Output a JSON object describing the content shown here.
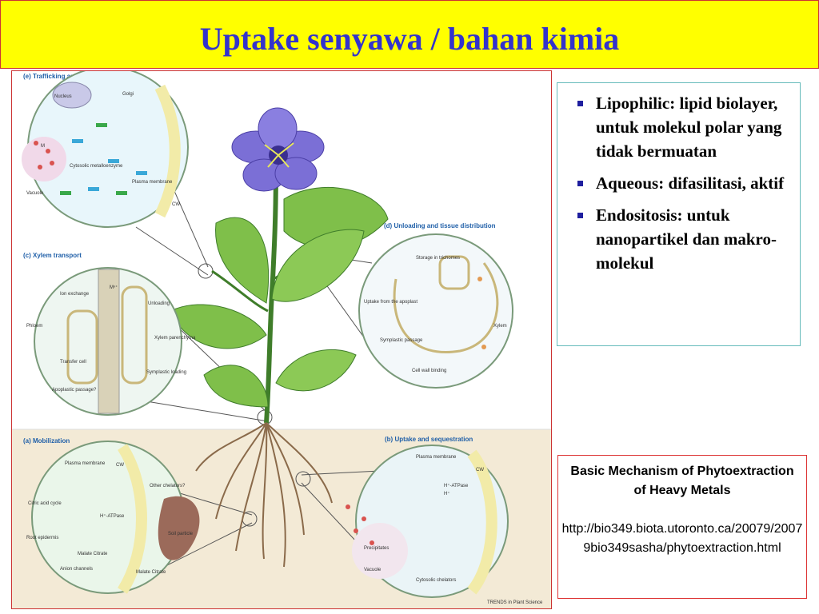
{
  "slide": {
    "title": "Uptake senyawa / bahan kimia",
    "colors": {
      "title_bg": "#ffff00",
      "title_text": "#3333cc",
      "bullet": "#1f1f9f",
      "frame_border": "#cc3333"
    }
  },
  "bullets": [
    {
      "text": "Lipophilic:  lipid biolayer, untuk molekul polar yang tidak bermuatan"
    },
    {
      "text": "Aqueous: difasilitasi, aktif"
    },
    {
      "text": "Endositosis:  untuk nanopartikel dan makro-molekul"
    }
  ],
  "reference": {
    "title": "Basic Mechanism of Phytoextraction of Heavy Metals",
    "url": "http://bio349.biota.utoronto.ca/20079/20079bio349sasha/phytoextraction.html"
  },
  "figure": {
    "panel_e": {
      "header": "(e)  Trafficking and sequestration",
      "labels": [
        "Nucleus",
        "Golgi",
        "Cytosolic metalloenzyme",
        "Plasma membrane",
        "Vacuole",
        "CW"
      ]
    },
    "panel_c": {
      "header": "(c)  Xylem transport",
      "labels": [
        "Ion exchange",
        "Unloading",
        "Phloem",
        "Xylem parenchyma",
        "Transfer cell",
        "Symplastic loading",
        "Apoplastic passage?"
      ]
    },
    "panel_d": {
      "header": "(d)  Unloading and tissue distribution",
      "labels": [
        "Storage in trichomes",
        "Uptake from the apoplast",
        "Symplastic passage",
        "Cell wall binding",
        "Xylem"
      ]
    },
    "panel_a": {
      "header": "(a)  Mobilization",
      "labels": [
        "Plasma membrane",
        "CW",
        "Other chelators?",
        "Citric acid cycle",
        "H⁺-ATPase",
        "Root epidermis",
        "Soil particle",
        "Malate Citrate",
        "Anion channels",
        "Malate Citrate"
      ]
    },
    "panel_b": {
      "header": "(b)  Uptake and sequestration",
      "labels": [
        "Plasma membrane",
        "CW",
        "H⁺-ATPase",
        "Precipitates",
        "Vacuole",
        "Cytosolic chelators"
      ]
    },
    "ion_label": "M",
    "ion_plus_label": "Mⁿ⁺",
    "proton_label": "H⁺",
    "credit": "TRENDS in Plant Science"
  }
}
